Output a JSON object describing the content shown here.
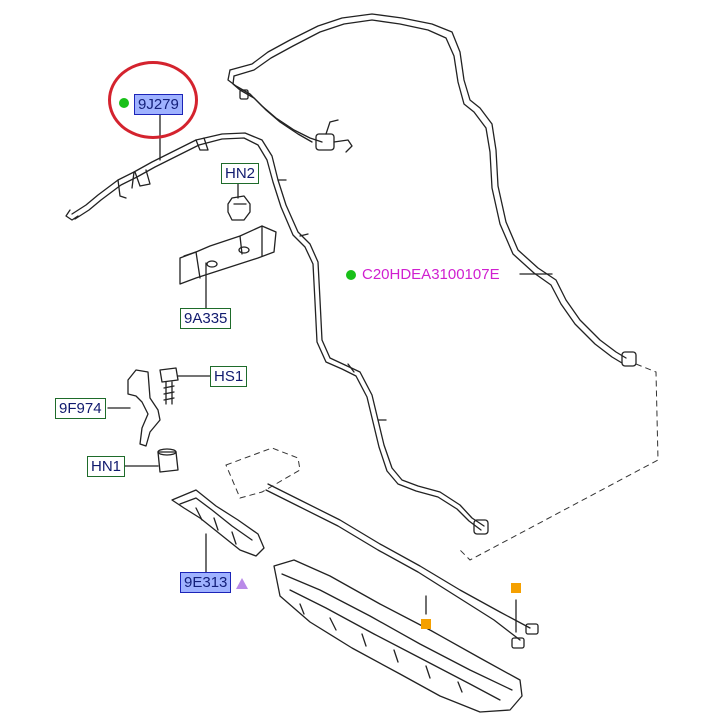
{
  "callouts": {
    "main_part": "9J279",
    "hn2": "HN2",
    "bracket": "9A335",
    "hs1": "HS1",
    "clip": "9F974",
    "hn1": "HN1",
    "cowl": "9E313",
    "diagram_code": "C20HDEA3100107E"
  },
  "colors": {
    "highlight_circle": "#d4232e",
    "green_dot": "#18c018",
    "orange_square": "#f5a000",
    "purple_triangle": "#b98ae8",
    "label_blue_fill": "#9fb2ff",
    "code_magenta": "#d01fd0"
  }
}
